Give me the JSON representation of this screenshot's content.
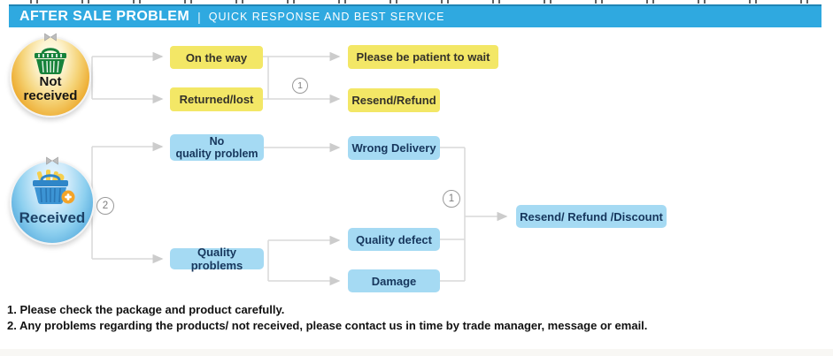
{
  "header": {
    "title": "AFTER SALE PROBLEM",
    "separator": "|",
    "subtitle": "QUICK RESPONSE AND BEST SERVICE"
  },
  "flow": {
    "not_received": {
      "badge": "Not\nreceived",
      "step_number": "1",
      "on_the_way": "On the way",
      "returned_lost": "Returned/lost",
      "please_wait": "Please be patient to wait",
      "resend_refund": "Resend/Refund"
    },
    "received": {
      "badge": "Received",
      "step_number": "2",
      "result_number": "1",
      "no_quality_problem": "No\nquality problem",
      "quality_problems": "Quality problems",
      "wrong_delivery": "Wrong Delivery",
      "quality_defect": "Quality defect",
      "damage": "Damage",
      "resolution": "Resend/ Refund /Discount"
    }
  },
  "notes": {
    "line1": "1. Please check the package and product carefully.",
    "line2": "2. Any problems regarding the products/ not received, please contact us in time by trade manager, message or email."
  },
  "icons": {
    "not_received_basket": "green-shopping-basket",
    "received_basket": "blue-shopping-basket-with-plus",
    "badge_clip": "gray-ribbon-clip"
  },
  "colors": {
    "banner": "#2fa9e0",
    "banner_top_line": "#1f85b5",
    "yellow_box": "#f3e766",
    "blue_box": "#a5daf3",
    "connector_line": "#d9d9d9"
  }
}
